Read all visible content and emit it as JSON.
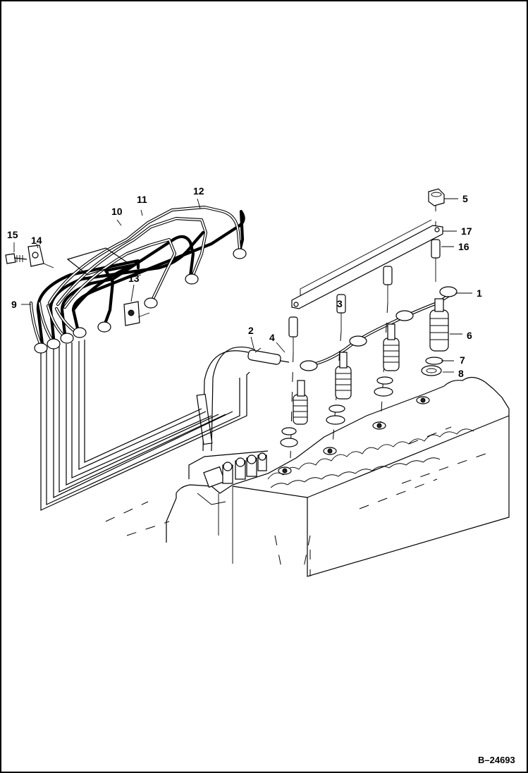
{
  "diagram": {
    "callouts": [
      "1",
      "2",
      "3",
      "4",
      "5",
      "6",
      "7",
      "8",
      "9",
      "10",
      "11",
      "12",
      "13",
      "14",
      "15",
      "16",
      "17"
    ],
    "reference_code": "B–24693"
  }
}
